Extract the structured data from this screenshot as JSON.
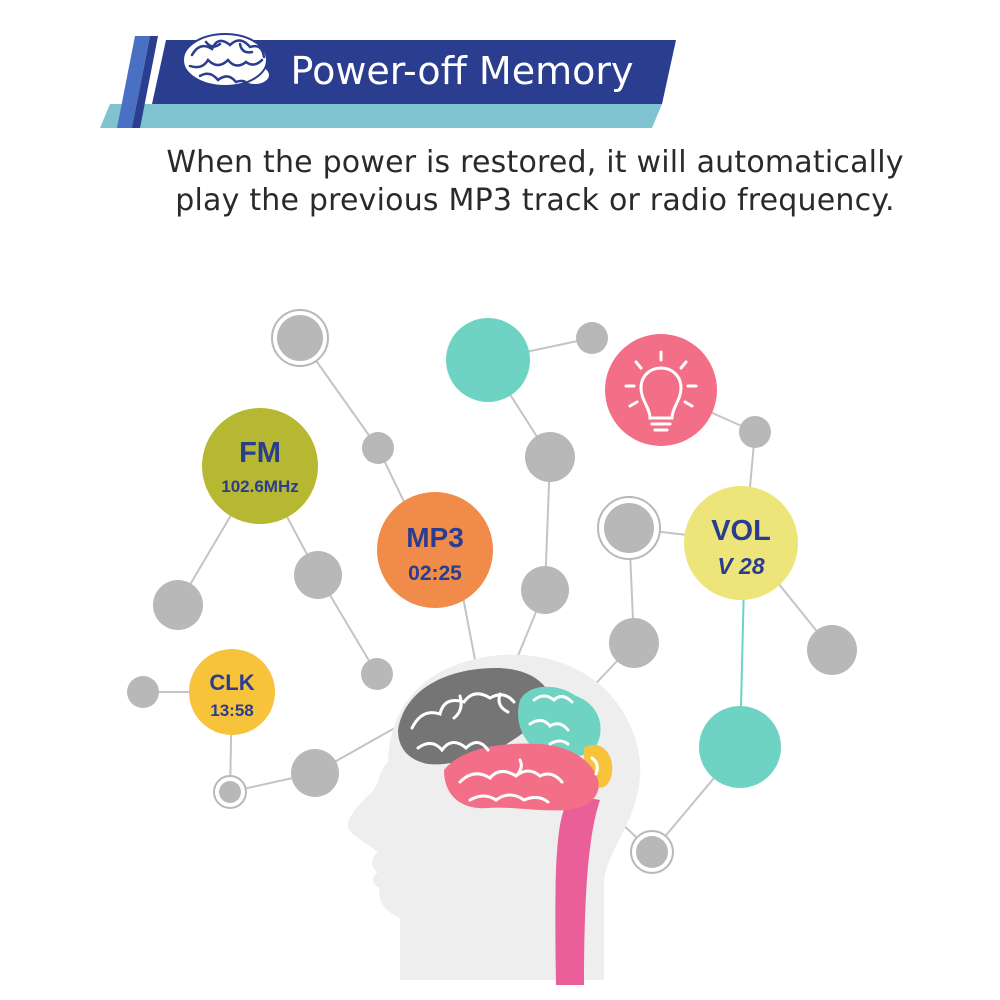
{
  "banner": {
    "title": "Power-off Memory",
    "colors": {
      "dark": "#2a3d8f",
      "mid": "#4a70c4",
      "light": "#7ec3cf",
      "icon": "brain-icon"
    }
  },
  "description": {
    "line1": "When the power is restored, it will automatically",
    "line2": "play the previous MP3 track or radio frequency."
  },
  "nodes": {
    "fm": {
      "title": "FM",
      "value": "102.6MHz",
      "color": "#b5b830"
    },
    "mp3": {
      "title": "MP3",
      "value": "02:25",
      "color": "#f08b4a"
    },
    "vol": {
      "title": "VOL",
      "value": "V 28",
      "color": "#eee57a"
    },
    "clk": {
      "title": "CLK",
      "value": "13:58",
      "color": "#f7c33a"
    },
    "bulb": {
      "icon": "lightbulb-icon",
      "color": "#f26f87"
    },
    "teal": {
      "color": "#6fd3c4"
    },
    "gray": {
      "color": "#b8b8b8"
    }
  }
}
